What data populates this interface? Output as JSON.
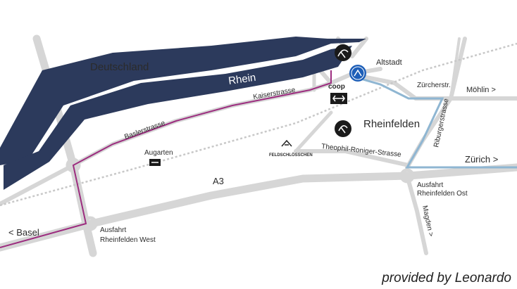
{
  "labels": {
    "country": "Deutschland",
    "river": "Rhein",
    "old_town": "Altstadt",
    "city": "Rheinfelden",
    "street_kaiser": "Kaiserstrasse",
    "street_basler": "Baslerstrasse",
    "station": "Augarten",
    "street_theophil": "Theophil-Roniger-Strasse",
    "street_zuercher": "Zürcherstr.",
    "street_rieburger": "Riburgerstrasse",
    "street_moehlin": "Möhlin >",
    "highway": "A3",
    "dest_zuerich": "Zürich  >",
    "dest_basel": "<  Basel",
    "exit_ost_1": "Ausfahrt",
    "exit_ost_2": "Rheinfelden Ost",
    "exit_west_1": "Ausfahrt",
    "exit_west_2": "Rheinfelden West",
    "street_magden": "Magden >",
    "coop": "coop",
    "brewery": "FELDSCHLÖSSCHEN"
  },
  "credit": "provided by Leonardo",
  "colors": {
    "river": "#2c3a5c",
    "road": "#d6d6d6",
    "route_west": "#9c2d7f",
    "route_east": "#8fb6d2",
    "rail": "#c8c8c8"
  },
  "icons": [
    "hotel-icon",
    "cyclist-icon",
    "swiss-rail-icon",
    "hotel-pin-icon"
  ]
}
